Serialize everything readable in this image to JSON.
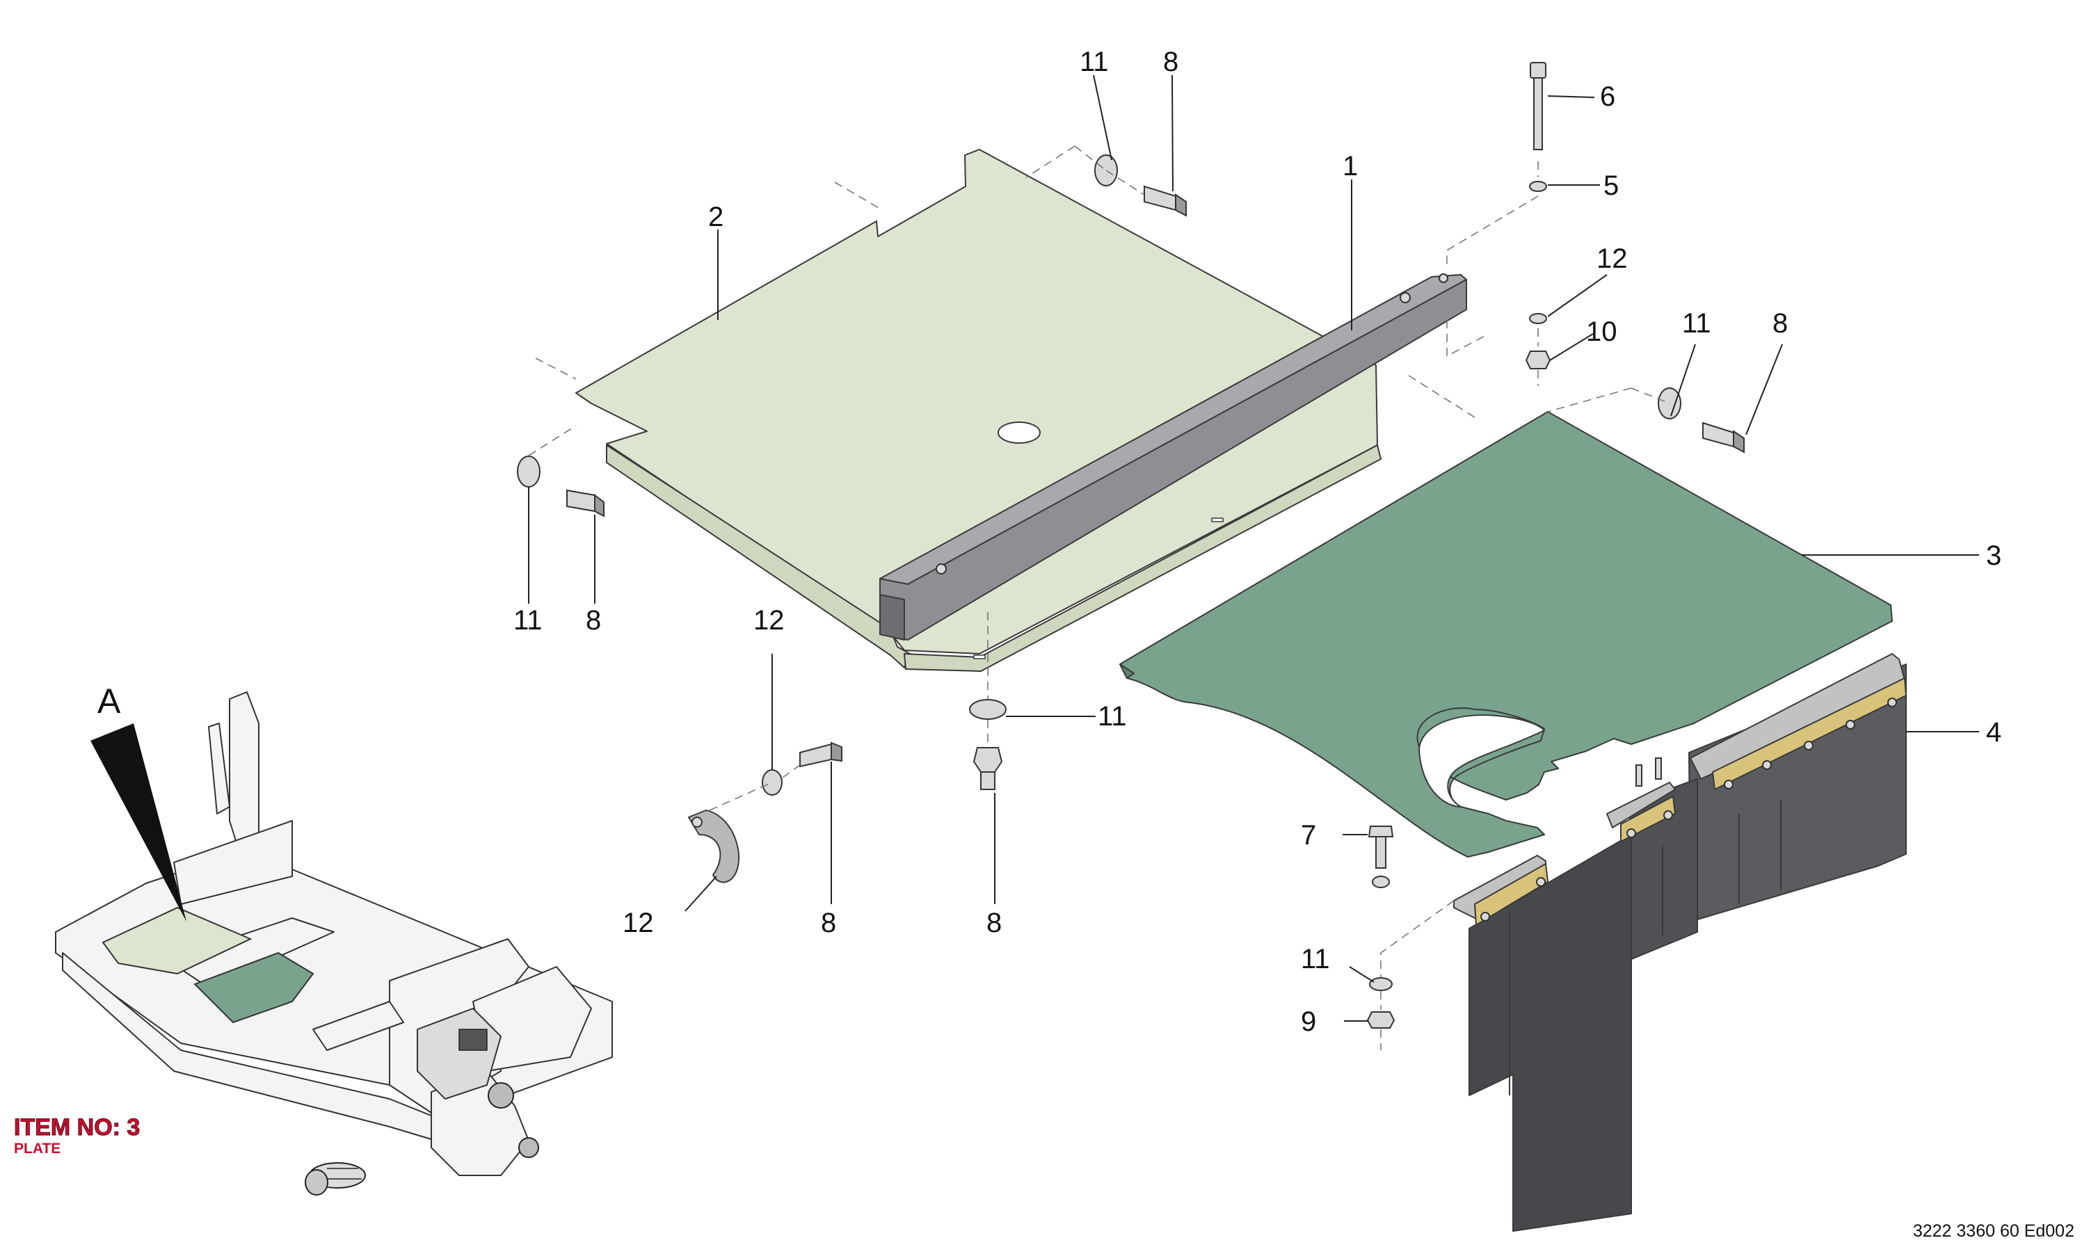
{
  "callouts": {
    "c_11a": "11",
    "c_8a": "8",
    "c_6": "6",
    "c_5": "5",
    "c_1": "1",
    "c_2": "2",
    "c_12a": "12",
    "c_10": "10",
    "c_11b": "11",
    "c_8b": "8",
    "c_3": "3",
    "c_11c": "11",
    "c_8c": "8",
    "c_12b": "12",
    "c_11d": "11",
    "c_4": "4",
    "c_7": "7",
    "c_12c": "12",
    "c_8d": "8",
    "c_8e": "8",
    "c_11e": "11",
    "c_9": "9"
  },
  "inset": {
    "label": "A"
  },
  "item": {
    "title": "ITEM NO: 3",
    "subtitle": "PLATE"
  },
  "document_number": "3222 3360 60 Ed002",
  "colors": {
    "plate_2": "#dde4cf",
    "plate_3": "#7aa38d",
    "channel_1": "#8f8f93",
    "flap_4": "#4f5155",
    "strip_brass": "#d8c37a",
    "item_red": "#c8102e"
  }
}
